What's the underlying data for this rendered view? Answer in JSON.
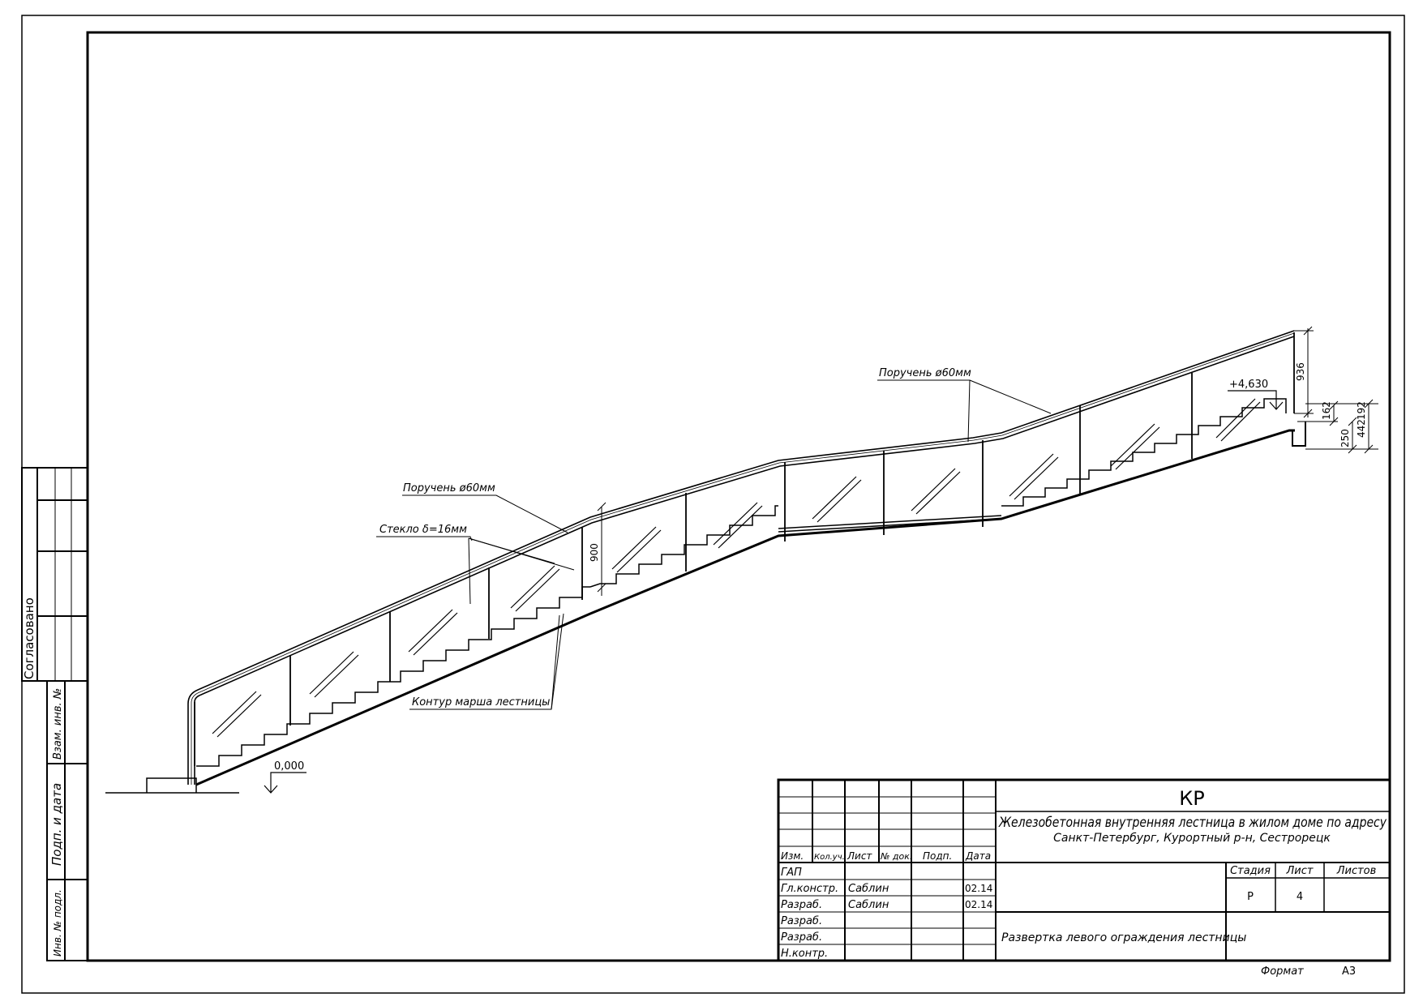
{
  "annotations": {
    "handrail_upper": "Поручень ø60мм",
    "handrail_lower": "Поручень ø60мм",
    "glass": "Стекло δ=16мм",
    "contour": "Контур марша лестницы",
    "level_zero": "0,000",
    "level_top": "+4,630"
  },
  "dimensions": {
    "mid_height": "900",
    "top_height": "936",
    "d162": "162",
    "d192": "192",
    "d250": "250",
    "d442": "442"
  },
  "side_stamp": {
    "agreed": "Согласовано",
    "replaced_inv": "Взам. инв. №",
    "sign_date": "Подп. и дата",
    "inv_original": "Инв. № подл."
  },
  "title_block": {
    "code": "КР",
    "project_line1": "Железобетонная внутренняя лестница в жилом доме по адресу",
    "project_line2": "Санкт-Петербург, Курортный р-н, Сестрорецк",
    "sheet_title": "Развертка левого ограждения лестницы",
    "headers": {
      "izm": "Изм.",
      "kol": "Кол.уч.",
      "list": "Лист",
      "ndoc": "№ док.",
      "podp": "Подп.",
      "date": "Дата"
    },
    "stage_header": "Стадия",
    "sheet_header": "Лист",
    "sheets_header": "Листов",
    "stage_value": "Р",
    "sheet_value": "4",
    "sheets_value": "",
    "rows": [
      {
        "role": "ГАП",
        "name": "",
        "date": ""
      },
      {
        "role": "Гл.констр.",
        "name": "Саблин",
        "date": "02.14"
      },
      {
        "role": "Разраб.",
        "name": "Саблин",
        "date": "02.14"
      },
      {
        "role": "Разраб.",
        "name": "",
        "date": ""
      },
      {
        "role": "Разраб.",
        "name": "",
        "date": ""
      },
      {
        "role": "Н.контр.",
        "name": "",
        "date": ""
      }
    ],
    "format_label": "Формат",
    "format_value": "А3"
  }
}
